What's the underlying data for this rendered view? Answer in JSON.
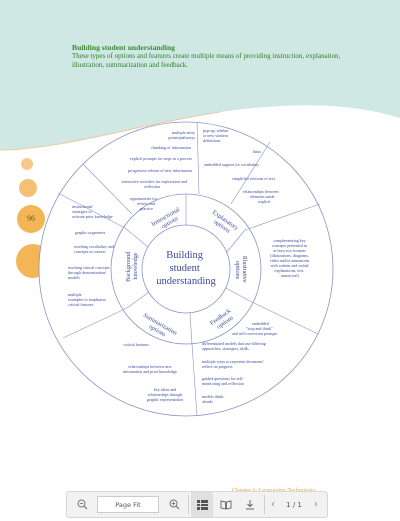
{
  "heading": "Building student understanding",
  "intro": "These types of options and features create multiple means of providing instruction, explanation, illustration, summarization and feedback.",
  "page_number": "96",
  "wheel": {
    "center": [
      "Building",
      "student",
      "understanding"
    ],
    "categories": [
      {
        "name": "instructional",
        "lines": [
          "Instructional",
          "options"
        ]
      },
      {
        "name": "explanatory",
        "lines": [
          "Explanatory",
          "options"
        ]
      },
      {
        "name": "illustrative",
        "lines": [
          "Illustrative",
          "options"
        ]
      },
      {
        "name": "feedback",
        "lines": [
          "Feedback",
          "options"
        ]
      },
      {
        "name": "summarization",
        "lines": [
          "Summarization",
          "options"
        ]
      },
      {
        "name": "background",
        "lines": [
          "Background",
          "knowledge"
        ]
      }
    ],
    "instructional_items": [
      [
        "multiple entry",
        "points/pathways"
      ],
      [
        "chunking of information"
      ],
      [
        "explicit prompts for steps in a process"
      ],
      [
        "progressive release of new information"
      ],
      [
        "interactive activities for exploration and",
        "reflection"
      ],
      [
        "opportunities for",
        "review and",
        "practice"
      ]
    ],
    "explanatory_items": [
      [
        "pop-up, sidebar",
        "or new window",
        "definitions"
      ],
      [
        "links"
      ],
      [
        "embedded support for vocabulary"
      ],
      [
        "simplified versions of text"
      ],
      [
        "relationships between",
        "elements made",
        "explicit"
      ]
    ],
    "illustrative_items": [
      [
        "complementing key",
        "concepts presented in",
        "at least two formats",
        "(illustrations, diagrams,",
        "video and/or animations",
        "with written and verbal",
        "explanations, text,",
        "numerical)"
      ]
    ],
    "feedback_items": [
      [
        "embedded",
        "\"stop and think\"",
        "and self-correction prompts"
      ],
      [
        "differentiated models that use differing",
        "approaches, strategies, skills"
      ],
      [
        "multiple ways to represent document/",
        "reflect on progress"
      ],
      [
        "guided questions for self-",
        "monitoring and reflection"
      ],
      [
        "models think-",
        "alouds"
      ]
    ],
    "summarization_items": [
      [
        "critical features"
      ],
      [
        "relationships between new",
        "information and prior knowledge"
      ],
      [
        "key ideas and",
        "relationships through",
        "graphic representation"
      ]
    ],
    "background_items": [
      [
        "instructional",
        "strategies to",
        "activate prior knowledge"
      ],
      [
        "graphic organizers"
      ],
      [
        "teaching vocabulary and",
        "concepts in context"
      ],
      [
        "teaching critical concepts",
        "through demonstration/",
        "models"
      ],
      [
        "multiple",
        "examples to emphasize",
        "critical features"
      ]
    ]
  },
  "footer_title": "Chapter 6: Leveraging Technology",
  "toolbar": {
    "zoom_field": "Page Fit",
    "page_indicator": "1 / 1"
  },
  "colors": {
    "teal_background": "#cfe8e4",
    "green_text": "#3c8a34",
    "wheel_text": "#3d4a9a",
    "wheel_line": "#8a93c6",
    "orange_circle": "#f3b556"
  }
}
